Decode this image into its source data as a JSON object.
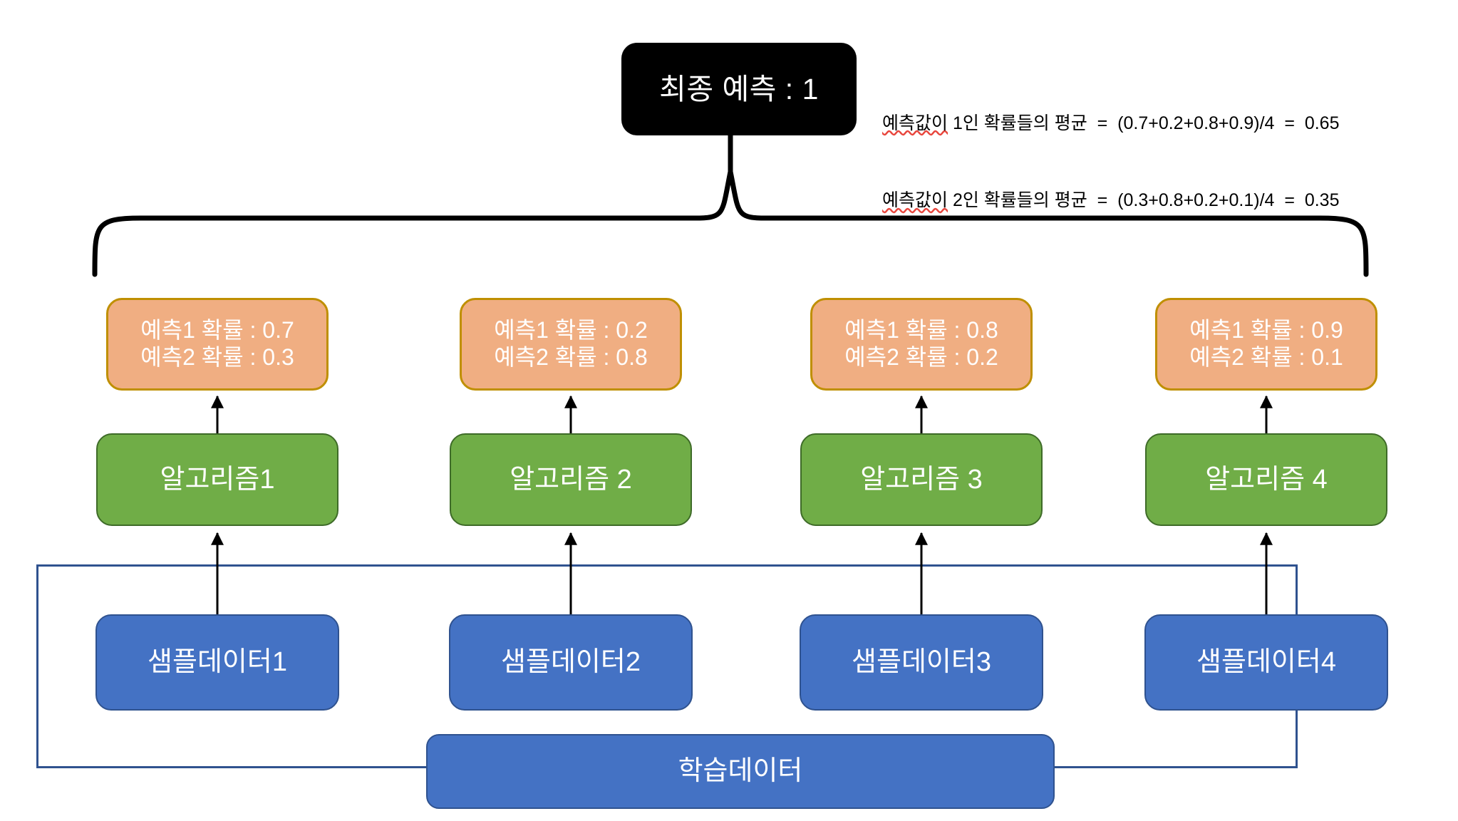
{
  "diagram": {
    "title_node": {
      "label": "최종 예측 : 1",
      "color": "#000000"
    },
    "formula": {
      "lines": [
        {
          "prefix": "예측값이",
          "rest": " 1인 확률들의 평균  =  (0.7+0.2+0.8+0.9)/4  =  0.65"
        },
        {
          "prefix": "예측값이",
          "rest": " 2인 확률들의 평균  =  (0.3+0.8+0.2+0.1)/4  =  0.35"
        }
      ]
    },
    "probability_nodes": [
      {
        "line1": "예측1 확률 : 0.7",
        "line2": "예측2 확률 : 0.3"
      },
      {
        "line1": "예측1 확률 : 0.2",
        "line2": "예측2 확률 : 0.8"
      },
      {
        "line1": "예측1 확률 : 0.8",
        "line2": "예측2 확률 : 0.2"
      },
      {
        "line1": "예측1 확률 : 0.9",
        "line2": "예측2 확률 : 0.1"
      }
    ],
    "algorithm_nodes": [
      {
        "label": "알고리즘1"
      },
      {
        "label": "알고리즘 2"
      },
      {
        "label": "알고리즘 3"
      },
      {
        "label": "알고리즘 4"
      }
    ],
    "sample_nodes": [
      {
        "label": "샘플데이터1"
      },
      {
        "label": "샘플데이터2"
      },
      {
        "label": "샘플데이터3"
      },
      {
        "label": "샘플데이터4"
      }
    ],
    "training_node": {
      "label": "학습데이터"
    },
    "colors": {
      "probability_fill": "#F0AE82",
      "probability_border": "#BF8F00",
      "algorithm_fill": "#70AD47",
      "sample_fill": "#4472C4",
      "frame_border": "#2F528F",
      "final_fill": "#000000",
      "connector": "#000000"
    }
  },
  "chart_data": {
    "type": "diagram",
    "title": "최종 예측 : 1",
    "categories": [
      "샘플데이터1",
      "샘플데이터2",
      "샘플데이터3",
      "샘플데이터4"
    ],
    "series": [
      {
        "name": "예측1 확률",
        "values": [
          0.7,
          0.2,
          0.8,
          0.9
        ],
        "mean": 0.65
      },
      {
        "name": "예측2 확률",
        "values": [
          0.3,
          0.8,
          0.2,
          0.1
        ],
        "mean": 0.35
      }
    ]
  }
}
